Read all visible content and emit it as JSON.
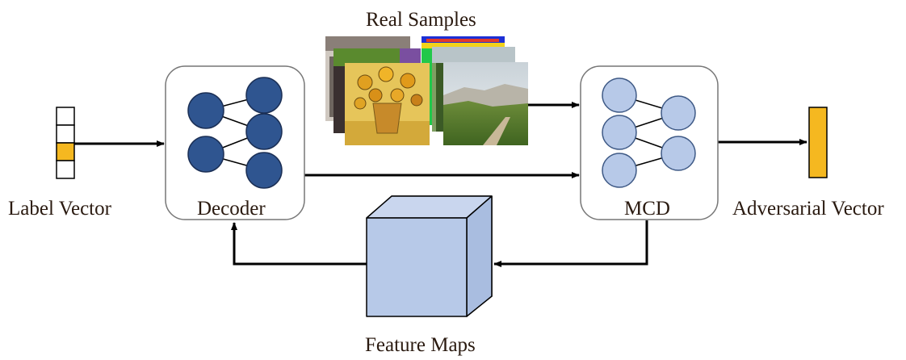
{
  "labels": {
    "real_samples": "Real Samples",
    "label_vector": "Label Vector",
    "decoder": "Decoder",
    "mcd": "MCD",
    "adversarial_vector": "Adversarial Vector",
    "feature_maps": "Feature Maps"
  },
  "colors": {
    "decoder_node": "#2f5590",
    "mcd_node": "#b7c9e8",
    "feature_map": "#b7c9e8",
    "highlight": "#f5b820",
    "arrow": "#000000",
    "box_border": "#777777"
  }
}
